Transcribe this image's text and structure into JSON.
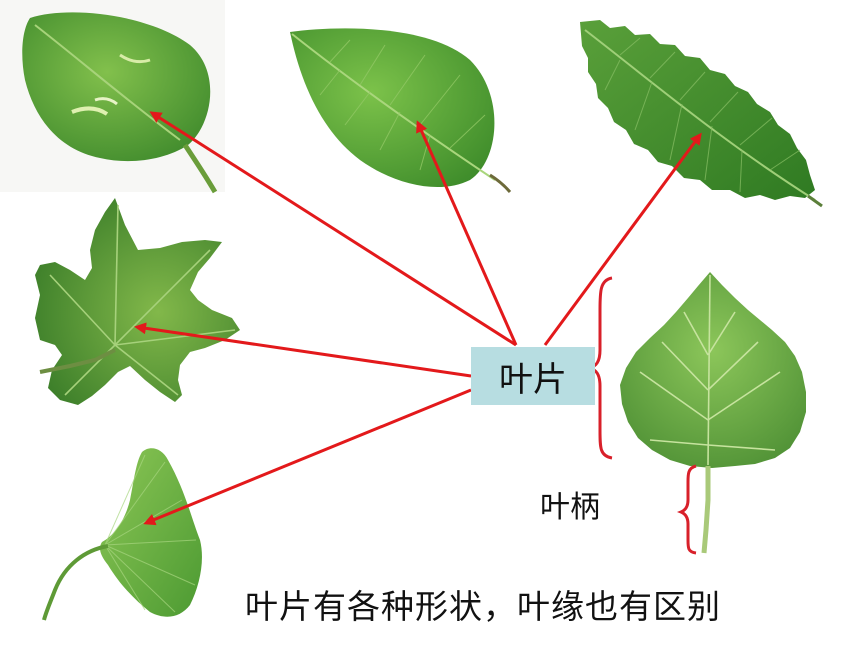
{
  "labels": {
    "blade": "叶片",
    "petiole": "叶柄",
    "caption": "叶片有各种形状，叶缘也有区别"
  },
  "colors": {
    "arrow": "#e3191b",
    "brace": "#d8202a",
    "label_bg": "#b7dde1",
    "leaf_dark": "#3f8a2c",
    "leaf_mid": "#5ea83a",
    "leaf_light": "#7cc24a"
  },
  "leaves": [
    {
      "name": "heart-leaf-variegated"
    },
    {
      "name": "oval-leaf"
    },
    {
      "name": "serrated-elm-leaf"
    },
    {
      "name": "palmate-maple-leaf"
    },
    {
      "name": "ginkgo-fan-leaf"
    },
    {
      "name": "poplar-leaf-with-petiole"
    }
  ]
}
